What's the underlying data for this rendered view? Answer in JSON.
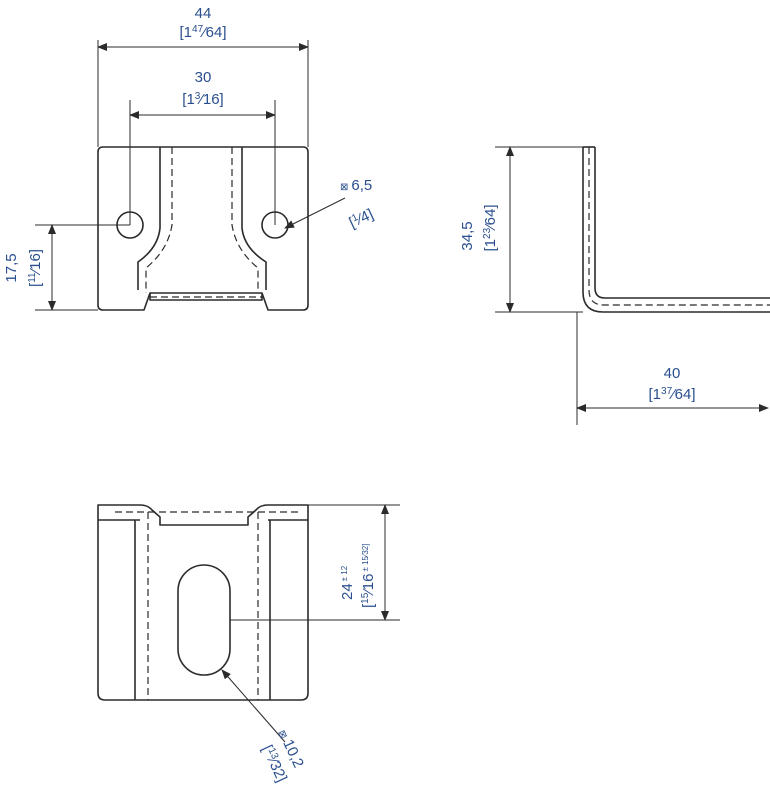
{
  "dimensions": {
    "width_total": {
      "main": "44",
      "inch": "[1",
      "inch_num": "47",
      "inch_den": "⁄64]"
    },
    "hole_spacing": {
      "main": "30",
      "inch": "[1",
      "inch_num": "3",
      "inch_den": "⁄16]"
    },
    "hole_height": {
      "main": "17,5",
      "inch": "[",
      "inch_num": "11",
      "inch_den": "⁄16]"
    },
    "hole_diameter": {
      "symbol": "⊠",
      "main": "6,5",
      "inch": "[",
      "inch_num": "1",
      "inch_den": "⁄4]"
    },
    "side_height": {
      "main": "34,5",
      "inch": "[1",
      "inch_num": "23",
      "inch_den": "⁄64]"
    },
    "leg_length": {
      "main": "40",
      "inch": "[1",
      "inch_num": "37",
      "inch_den": "⁄64]"
    },
    "slot_length": {
      "main": "24",
      "tol": "± 12",
      "inch": "[",
      "inch_num": "15",
      "inch_den": "⁄16",
      "inch_tol": "± 15⁄32]"
    },
    "slot_width": {
      "symbol": "⊠",
      "main": "10,2",
      "inch": "[",
      "inch_num": "13",
      "inch_den": "⁄32]"
    }
  }
}
